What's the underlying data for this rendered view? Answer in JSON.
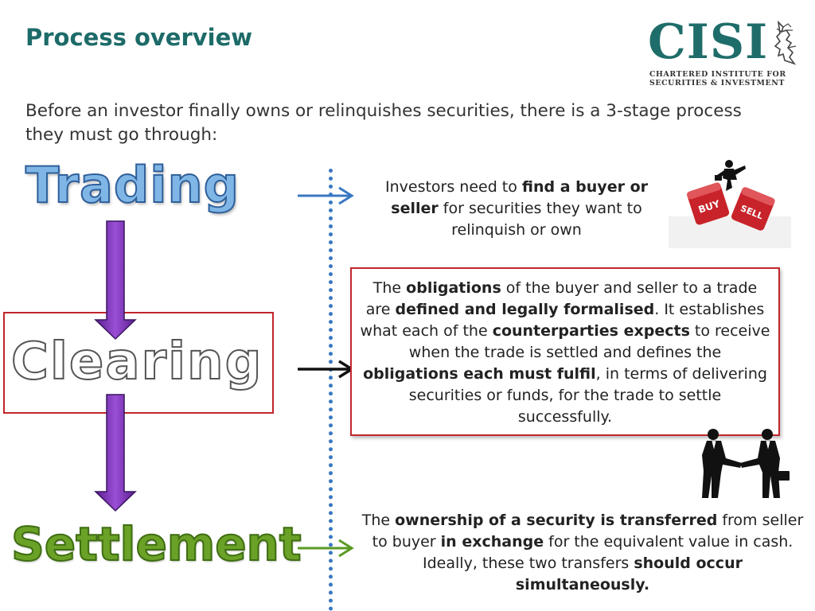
{
  "title": "Process overview",
  "logo": {
    "word": "CISI",
    "sub_line1": "CHARTERED INSTITUTE FOR",
    "sub_line2": "SECURITIES & INVESTMENT"
  },
  "intro": "Before an investor finally owns or relinquishes securities, there is a 3-stage process they must go through:",
  "stages": {
    "trading": "Trading",
    "clearing": "Clearing",
    "settlement": "Settlement"
  },
  "desc1": {
    "t1": "Investors need to ",
    "b1": "find a buyer or seller",
    "t2": " for securities they want to relinquish or own"
  },
  "desc2": {
    "t1": "The ",
    "b1": "obligations",
    "t2": " of the buyer and seller to a trade are ",
    "b2": "defined and legally formalised",
    "t3": ". It establishes what each of the ",
    "b3": "counterparties expects",
    "t4": " to receive when the trade is settled and defines the ",
    "b4": "obligations each must fulfil",
    "t5": ", in terms of delivering securities or funds, for the trade to settle successfully."
  },
  "desc3": {
    "t1": "The ",
    "b1": "ownership of a security is transferred",
    "t2": " from seller to buyer ",
    "b2": "in exchange",
    "t3": " for the equivalent value in cash. Ideally, these two transfers ",
    "b3": "should occur simultaneously."
  },
  "dice": {
    "buy": "BUY",
    "sell": "SELL"
  },
  "colors": {
    "title": "#1d6b68",
    "arrow_blue": "#3a78c2",
    "arrow_black": "#111111",
    "arrow_green": "#5a9a22",
    "down_arrow": "#7a2fb0",
    "box_red": "#c0262c"
  }
}
